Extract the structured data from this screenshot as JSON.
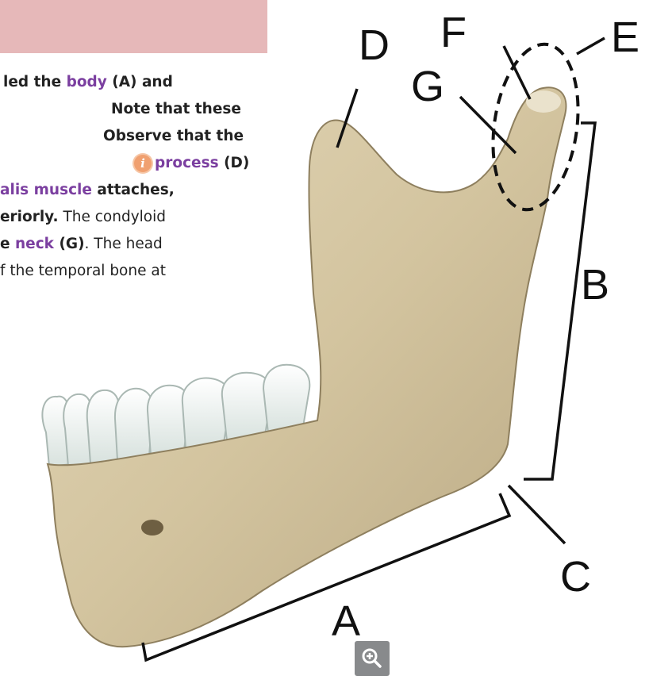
{
  "text_lines": {
    "l1a": "led the ",
    "l1b": "body",
    "l1c": " (A) and",
    "l2": "Note that these",
    "l3": "Observe that the",
    "l4a": "process",
    "l4b": " (D)",
    "l5a": "alis muscle",
    "l5b": " attaches,",
    "l6a": "eriorly.",
    "l6b": " The condyloid",
    "l7a": "e ",
    "l7b": "neck",
    "l7c": " (G)",
    "l7d": ". The head",
    "l8": "f the temporal bone at"
  },
  "info_icon": "i",
  "diagram_labels": {
    "a": "A",
    "b": "B",
    "c": "C",
    "d": "D",
    "e": "E",
    "f": "F",
    "g": "G"
  },
  "colors": {
    "header": "#e6b8b9",
    "term": "#7b3fa0",
    "bone": "#d9cba8",
    "teeth": "#eef2ef"
  },
  "icons": {
    "zoom": "zoom-in-icon",
    "info": "info-icon"
  }
}
